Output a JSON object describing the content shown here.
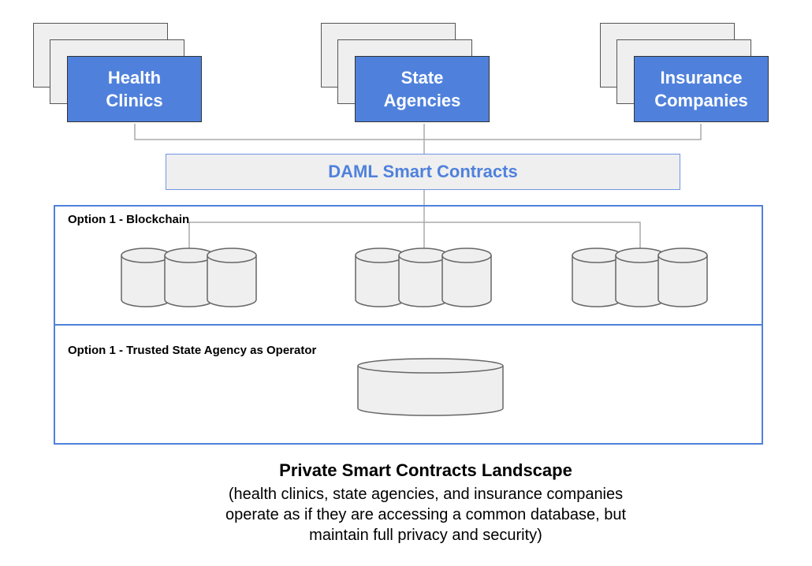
{
  "parties": [
    {
      "label_line1": "Health",
      "label_line2": "Clinics"
    },
    {
      "label_line1": "State",
      "label_line2": "Agencies"
    },
    {
      "label_line1": "Insurance",
      "label_line2": "Companies"
    }
  ],
  "daml": {
    "label": "DAML Smart Contracts"
  },
  "options": {
    "blockchain_label": "Option 1 - Blockchain",
    "trusted_label": "Option 1 - Trusted State Agency as Operator"
  },
  "caption": {
    "title": "Private Smart Contracts Landscape",
    "line1": "(health clinics, state agencies, and insurance companies",
    "line2": "operate as if they are accessing a common database, but",
    "line3": "maintain full privacy and security)"
  },
  "colors": {
    "accent_blue": "#4f81dc",
    "light_gray": "#efefef",
    "line_gray": "#aaaaaa",
    "db_stroke": "#666666"
  }
}
